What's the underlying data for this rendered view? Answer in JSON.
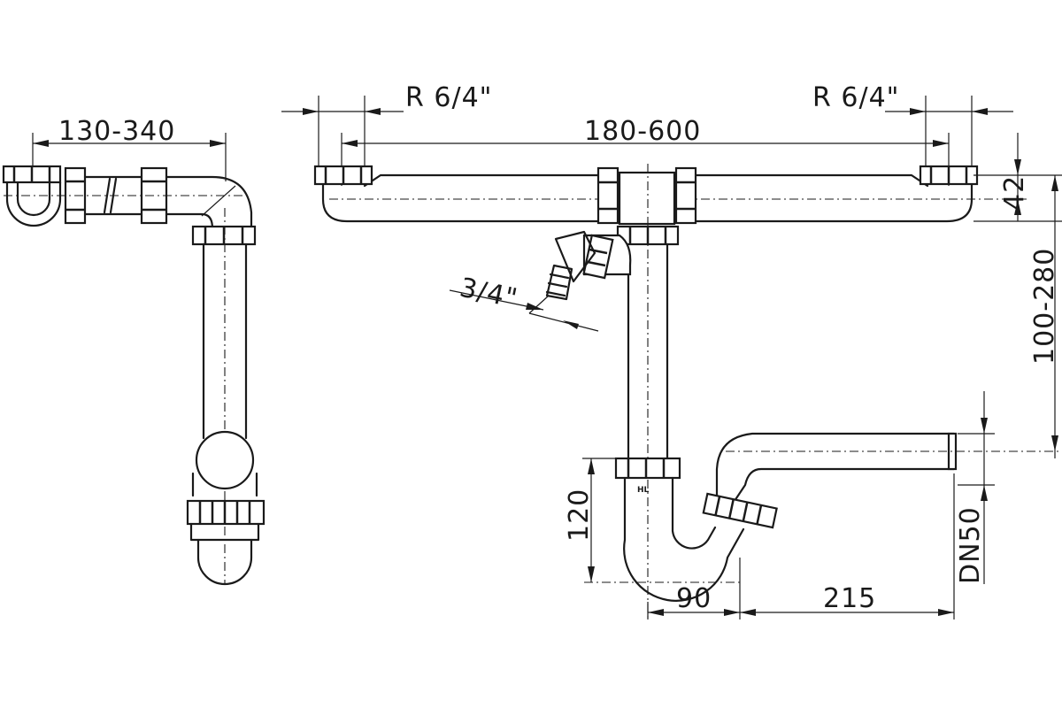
{
  "dimensions": {
    "side_width": "130-340",
    "thread_left": "R 6/4\"",
    "thread_right": "R 6/4\"",
    "span": "180-600",
    "offset_42": "42",
    "height_range": "100-280",
    "hose_connector": "3/4\"",
    "trap_height": "120",
    "trap_width": "90",
    "outlet_length": "215",
    "outlet_diameter": "DN50"
  },
  "labels": {
    "maker_mark": "HL"
  }
}
